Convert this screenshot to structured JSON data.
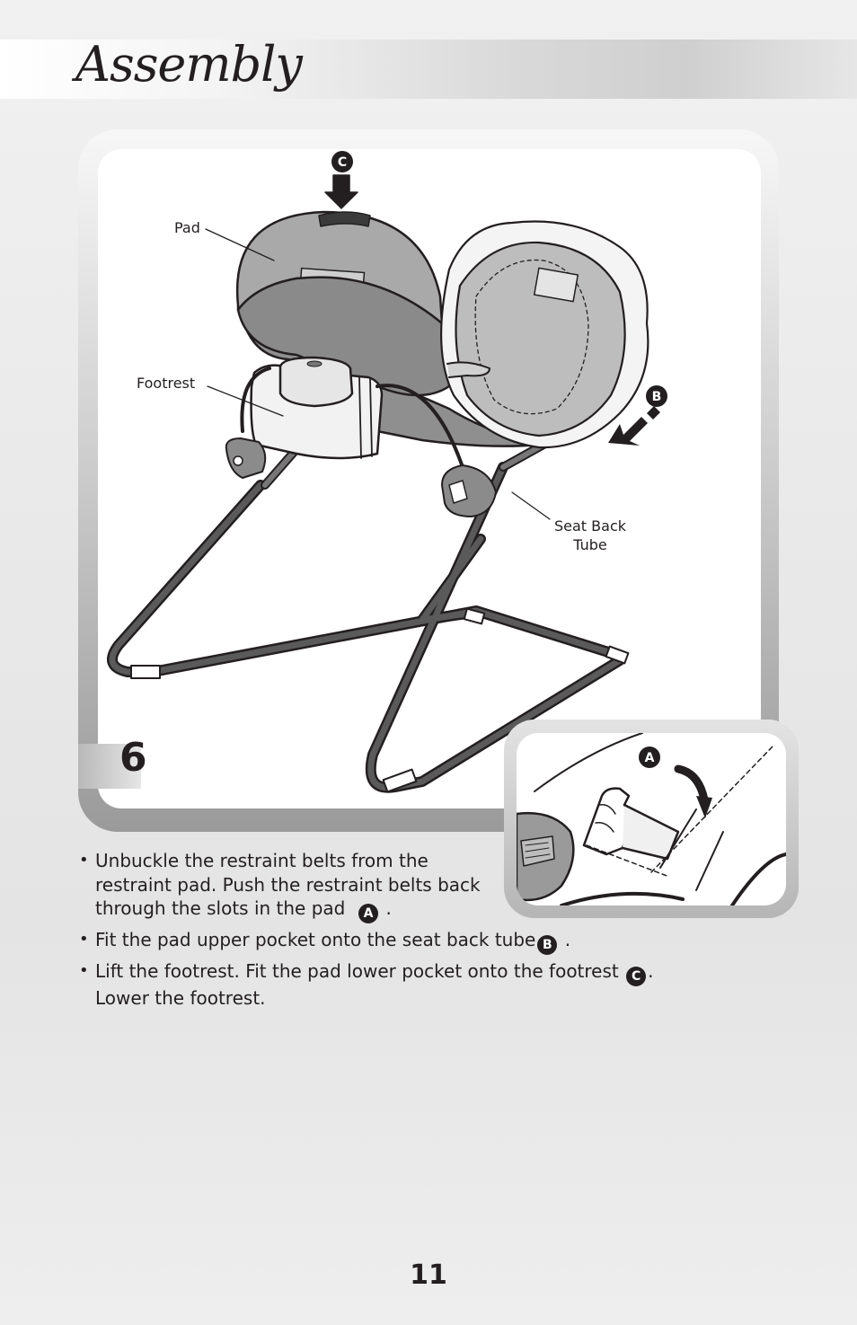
{
  "header": {
    "title": "Assembly"
  },
  "step": {
    "number": "6"
  },
  "illustration": {
    "labels": {
      "pad": "Pad",
      "footrest": "Footrest",
      "seat_back_tube_line1": "Seat Back",
      "seat_back_tube_line2": "Tube"
    },
    "markers": {
      "a": "A",
      "b": "B",
      "c": "C"
    }
  },
  "instructions": [
    {
      "lines": [
        "Unbuckle the restraint belts from the",
        "restraint pad. Push the restraint belts back",
        "through the slots in the pad"
      ],
      "marker": "A",
      "tail": "."
    },
    {
      "lines": [
        "Fit the pad upper pocket onto the seat back tube"
      ],
      "marker": "B",
      "tail": "."
    },
    {
      "lines": [
        "Lift the footrest. Fit the pad lower pocket onto the footrest"
      ],
      "marker": "C",
      "tail": ".",
      "after": "Lower the footrest."
    }
  ],
  "footer": {
    "page_number": "11"
  }
}
